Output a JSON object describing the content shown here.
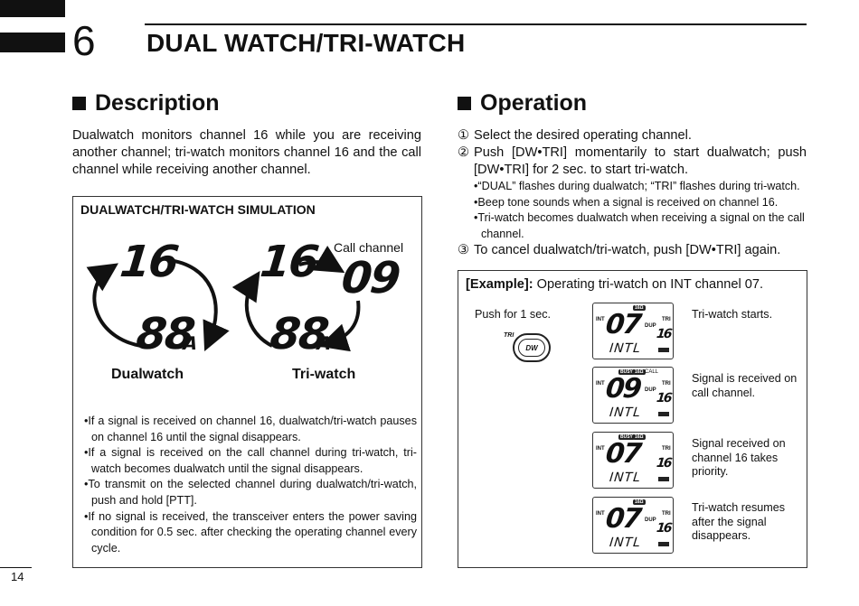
{
  "header": {
    "chapter_number": "6",
    "chapter_title": "DUAL WATCH/TRI-WATCH"
  },
  "description": {
    "heading": "Description",
    "paragraph": "Dualwatch monitors channel 16 while you are receiving another channel; tri-watch monitors channel 16 and the call channel while receiving another channel."
  },
  "simulation": {
    "title": "DUALWATCH/TRI-WATCH SIMULATION",
    "dual_top_channel": "16",
    "dual_bottom_channel": "88",
    "dual_bottom_suffix": "A",
    "tri_top_channel": "16",
    "tri_call_channel": "09",
    "tri_bottom_channel": "88",
    "tri_bottom_suffix": "A",
    "call_channel_label": "Call channel",
    "dualwatch_label": "Dualwatch",
    "triwatch_label": "Tri-watch",
    "notes": [
      "•If a signal is received on channel 16, dualwatch/tri-watch pauses on channel 16 until the signal disappears.",
      "•If a signal is received on the call channel during tri-watch, tri-watch becomes dualwatch until the signal disappears.",
      "•To transmit on the selected channel during dualwatch/tri-watch, push and hold [PTT].",
      "•If no signal is received, the transceiver enters the power saving condition for 0.5 sec. after checking the operating channel every cycle."
    ]
  },
  "operation": {
    "heading": "Operation",
    "steps": [
      {
        "num": "①",
        "text": "Select the desired operating channel."
      },
      {
        "num": "②",
        "text": "Push [DW•TRI] momentarily to start dualwatch; push [DW•TRI] for 2 sec. to start tri-watch."
      },
      {
        "num": "③",
        "text": "To cancel dualwatch/tri-watch, push [DW•TRI] again."
      }
    ],
    "sub_notes": [
      "•“DUAL” flashes during dualwatch; “TRI” flashes during tri-watch.",
      "•Beep tone sounds when a signal is received on channel 16.",
      "•Tri-watch becomes dualwatch when receiving a signal on the call channel."
    ]
  },
  "example": {
    "label": "[Example]:",
    "text": "Operating tri-watch on INT channel 07.",
    "push_label": "Push for 1 sec.",
    "key_tri": "TRI",
    "key_dw": "DW",
    "displays": [
      {
        "channel": "07",
        "sub": "16",
        "bottom": "INTL",
        "tags": [
          "16Ω"
        ],
        "caption": "Tri-watch starts."
      },
      {
        "channel": "09",
        "sub": "16",
        "bottom": "INTL",
        "tags": [
          "BUSY",
          "16Ω",
          "CALL"
        ],
        "caption": "Signal is received on call channel."
      },
      {
        "channel": "07",
        "sub": "16",
        "bottom": "INTL",
        "tags": [
          "BUSY",
          "16Ω"
        ],
        "caption": "Signal received on channel 16 takes priority."
      },
      {
        "channel": "07",
        "sub": "16",
        "bottom": "INTL",
        "tags": [
          "16Ω"
        ],
        "caption": "Tri-watch resumes after the signal disappears."
      }
    ],
    "lcd_int": "INT",
    "lcd_dup": "DUP",
    "lcd_tri": "TRI"
  },
  "footer": {
    "page_number": "14"
  }
}
